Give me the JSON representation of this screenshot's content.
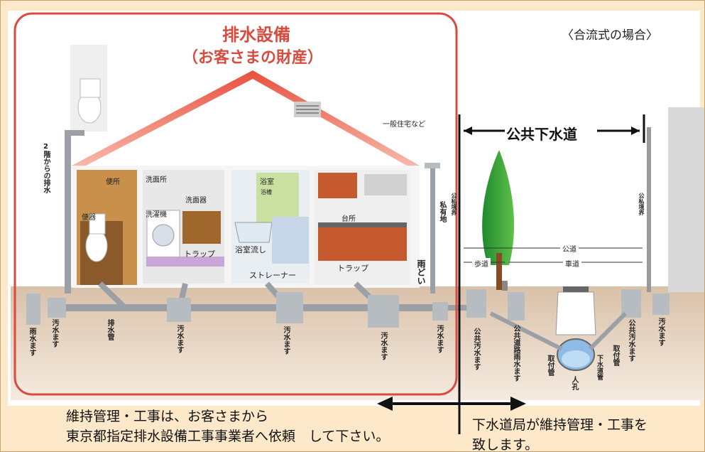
{
  "header": {
    "title": "排水設備",
    "subtitle": "（お客さまの財産）",
    "mode_label": "〈合流式の場合〉"
  },
  "house": {
    "label_general": "一般住宅など",
    "second_floor_drain": "2階からの排水",
    "private_land": "私有地",
    "rain_gutter": "雨どい"
  },
  "rooms": {
    "toilet_room": "便所",
    "toilet_bowl": "便器",
    "washroom": "洗面所",
    "wash_basin": "洗面器",
    "washing_machine": "洗濯機",
    "trap1": "トラップ",
    "bathroom": "浴室",
    "tub": "浴槽",
    "bath_drain": "浴室流し",
    "strainer": "ストレーナー",
    "kitchen": "台所",
    "trap2": "トラップ"
  },
  "underground": {
    "rain_basin": "雨水ます",
    "sewage_basin": "汚水ます",
    "drain_pipe": "排水管"
  },
  "public": {
    "heading": "公共下水道",
    "boundary_left": "公私境界",
    "boundary_right": "公私境界",
    "public_road": "公道",
    "sidewalk": "歩道",
    "roadway": "車道",
    "public_sewage_basin": "公共汚水ます",
    "public_road_rain_basin": "公共道路雨水ます",
    "connection_pipe": "取付管",
    "manhole": "人孔",
    "sewer_pipe": "下水道管",
    "connection_pipe2": "取付管",
    "public_sewage_basin2": "公共汚水ます",
    "sewage_basin_right": "汚水ます"
  },
  "footer": {
    "left_line1": "維持管理・工事は、お客さまから",
    "left_line2": "東京都指定排水設備工事事業者へ依頼　して下さい。",
    "right_line1": "下水道局が維持管理・工事を",
    "right_line2": "致します。"
  },
  "colors": {
    "accent_red": "#d84b3f",
    "background": "#fde9c9",
    "ground": "#e8d3bd"
  }
}
